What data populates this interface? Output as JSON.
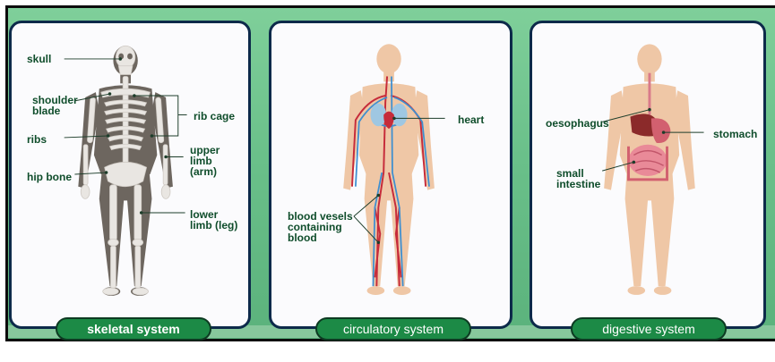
{
  "panels": {
    "skeletal": {
      "title": "skeletal system",
      "labels": {
        "skull": "skull",
        "shoulder_blade": "shoulder\nblade",
        "ribs": "ribs",
        "hip_bone": "hip bone",
        "rib_cage": "rib cage",
        "upper_limb": "upper\nlimb\n(arm)",
        "lower_limb": "lower\nlimb (leg)"
      }
    },
    "circulatory": {
      "title": "circulatory system",
      "labels": {
        "heart": "heart",
        "blood_vessels": "blood vesels\ncontaining\nblood"
      }
    },
    "digestive": {
      "title": "digestive system",
      "labels": {
        "oesophagus": "oesophagus",
        "stomach": "stomach",
        "small_intestine": "small\nintestine"
      }
    }
  },
  "colors": {
    "background_green": "#6ac08a",
    "label_green": "#0f4d2b",
    "pill_green": "#1c8a46",
    "card_border": "#0d2a4a",
    "bone": "#e6e3df",
    "body_dark": "#6d665f",
    "skin": "#efc7a6"
  }
}
